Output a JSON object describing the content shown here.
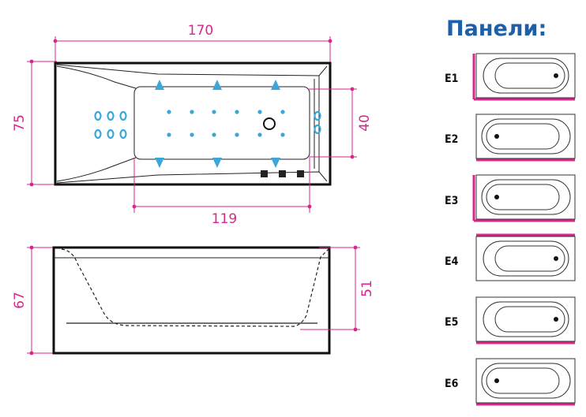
{
  "dimensions": {
    "length": "170",
    "width": "75",
    "inner_length": "119",
    "inner_width": "40",
    "height": "67",
    "depth": "51"
  },
  "panels": {
    "title": "Панели:",
    "items": [
      {
        "label": "E1"
      },
      {
        "label": "E2"
      },
      {
        "label": "E3"
      },
      {
        "label": "E4"
      },
      {
        "label": "E5"
      },
      {
        "label": "E6"
      }
    ]
  },
  "colors": {
    "dimension": "#d8268d",
    "jet": "#3aa7d8",
    "title": "#1e5fa8",
    "outline": "#111111"
  }
}
